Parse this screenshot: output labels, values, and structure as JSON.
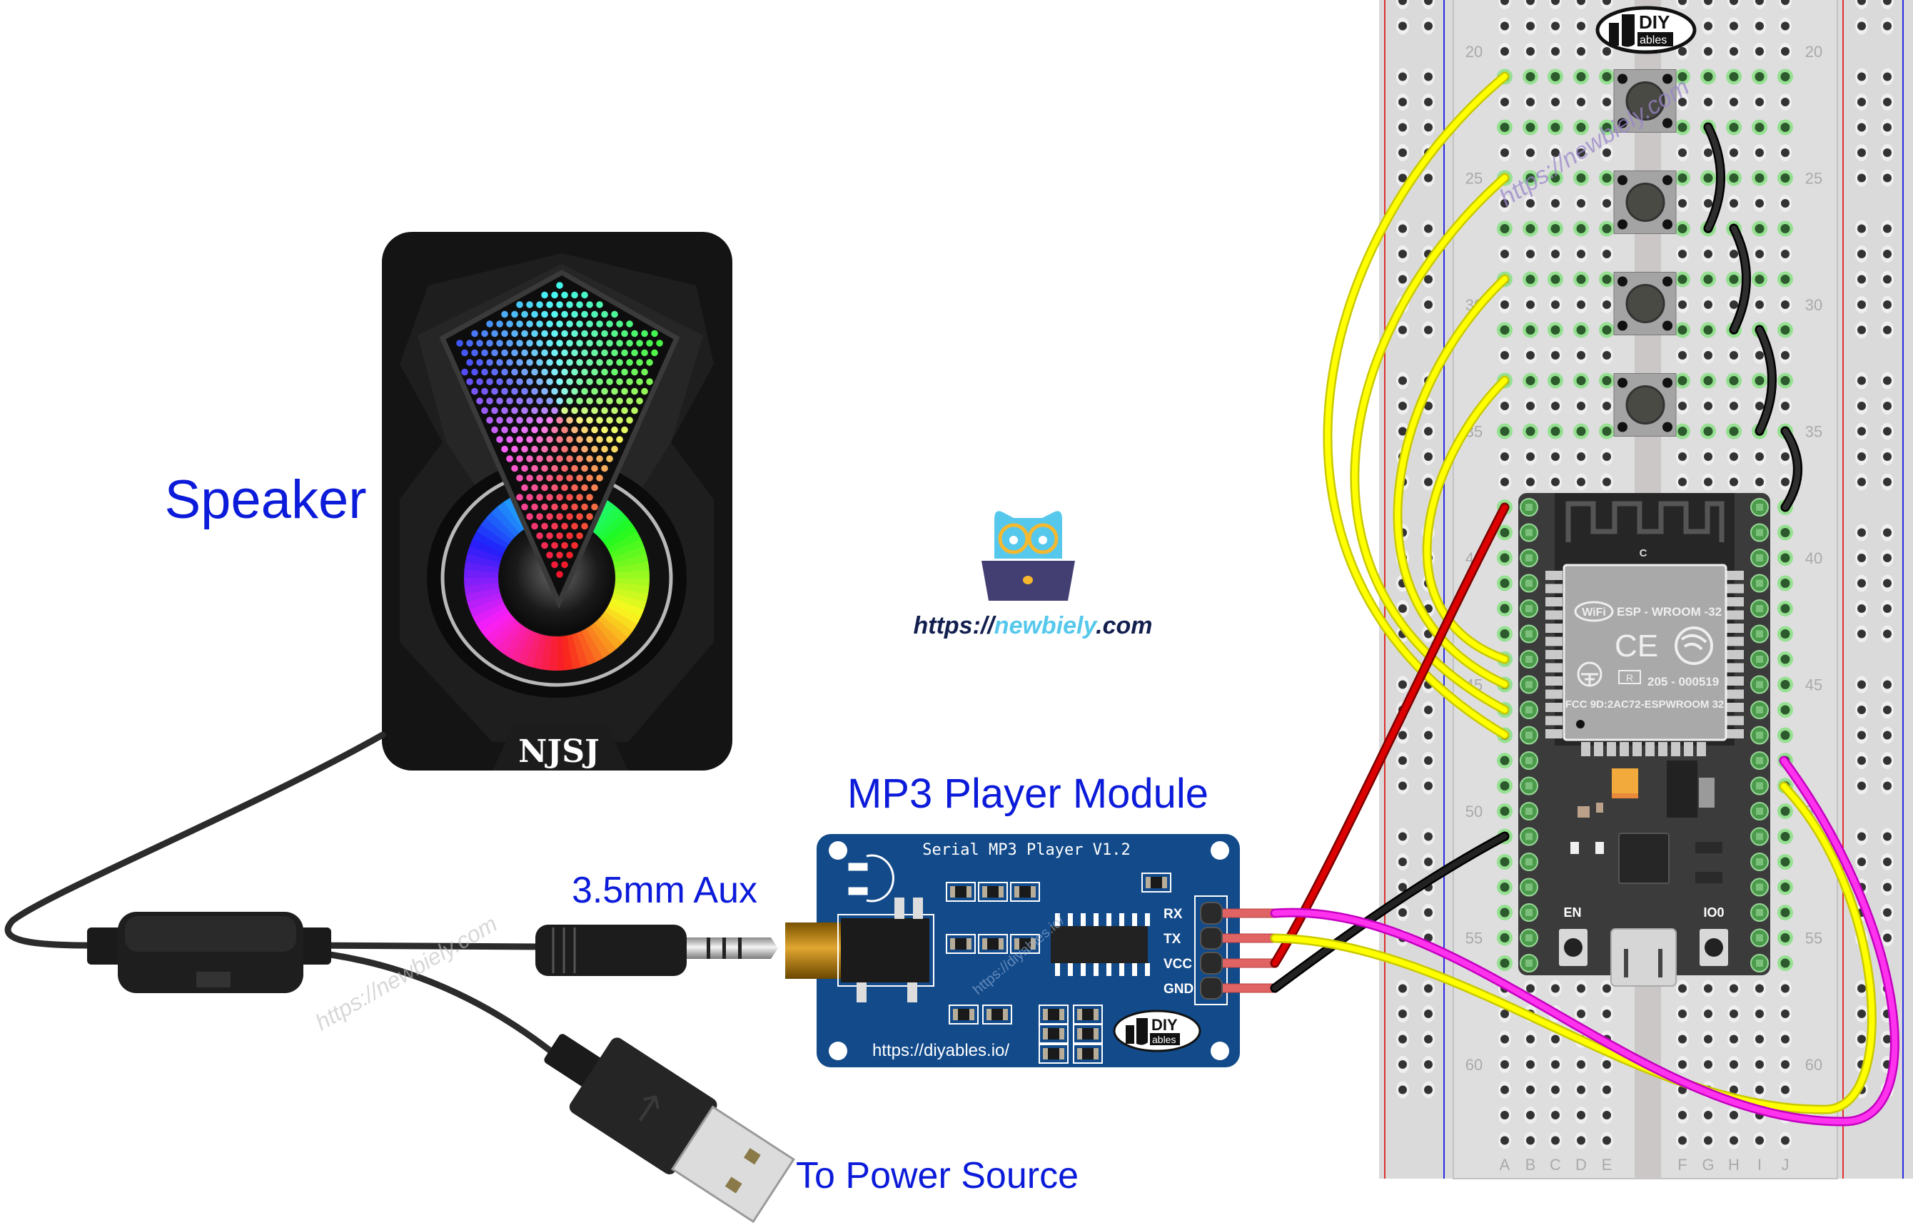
{
  "labels": {
    "speaker": "Speaker",
    "mp3_module": "MP3 Player Module",
    "aux": "3.5mm Aux",
    "power": "To Power Source"
  },
  "newbiely_logo": {
    "prefix": "https://",
    "brand": "newbiely",
    "suffix": ".com"
  },
  "speaker": {
    "brand": "NJSJ"
  },
  "mp3_board": {
    "title": "Serial MP3 Player V1.2",
    "pins": [
      "RX",
      "TX",
      "VCC",
      "GND"
    ],
    "url": "https://diyables.io/",
    "logo": {
      "top": "DIY",
      "bottom": "ables"
    }
  },
  "esp32": {
    "antenna_mark": "C",
    "wifi": "WiFi",
    "model": "ESP - WROOM -32",
    "reg_mark": "R",
    "cert": "205 - 000519",
    "fcc": "FCC 9D:2AC72-ESPWROOM 32",
    "buttons": [
      "EN",
      "IO0"
    ]
  },
  "breadboard": {
    "row_labels": [
      "20",
      "25",
      "30",
      "35",
      "40",
      "45",
      "50",
      "55",
      "60"
    ],
    "columns": [
      "A",
      "B",
      "C",
      "D",
      "E",
      "F",
      "G",
      "H",
      "I",
      "J"
    ],
    "logo": {
      "top": "DIY",
      "bottom": "ables"
    }
  },
  "watermarks": [
    "https://newbiely.com",
    "https://newbiely.com",
    "https://diyables.io/"
  ],
  "colors": {
    "label": "#0b1bd9",
    "pcb": "#124a8a",
    "wire_rx": "#ff33ee",
    "wire_tx": "#ffff00",
    "wire_vcc": "#dd0000",
    "wire_gnd": "#222222",
    "wire_button": "#ffff00",
    "owl": "#56c8ec",
    "laptop": "#433f72",
    "accent": "#f5b82e"
  }
}
